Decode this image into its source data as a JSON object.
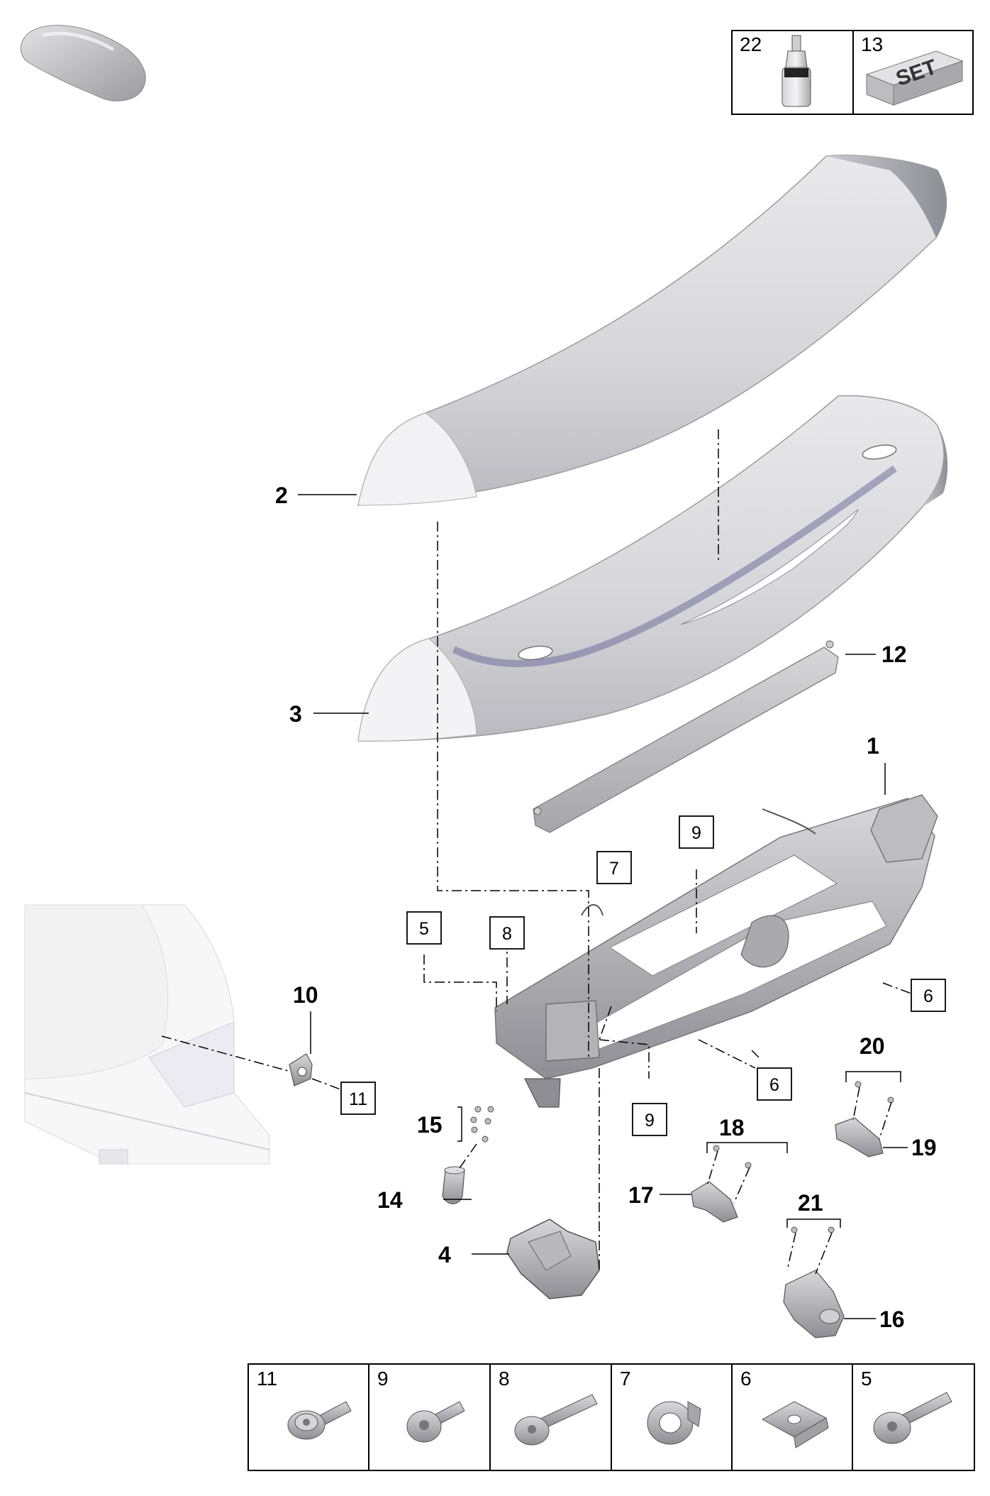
{
  "callouts": [
    {
      "id": "c2",
      "text": "2"
    },
    {
      "id": "c3",
      "text": "3"
    },
    {
      "id": "c12",
      "text": "12"
    },
    {
      "id": "c1",
      "text": "1"
    },
    {
      "id": "c10",
      "text": "10"
    },
    {
      "id": "c15",
      "text": "15"
    },
    {
      "id": "c14",
      "text": "14"
    },
    {
      "id": "c4",
      "text": "4"
    },
    {
      "id": "c18",
      "text": "18"
    },
    {
      "id": "c17",
      "text": "17"
    },
    {
      "id": "c20",
      "text": "20"
    },
    {
      "id": "c19",
      "text": "19"
    },
    {
      "id": "c21",
      "text": "21"
    },
    {
      "id": "c16",
      "text": "16"
    }
  ],
  "boxed_refs": [
    "9",
    "7",
    "5",
    "8",
    "6",
    "6",
    "9",
    "11"
  ],
  "top_legend": [
    {
      "number": "22",
      "icon": "threadlocker-bottle-icon"
    },
    {
      "number": "13",
      "icon": "set-box-icon",
      "set_text": "SET"
    }
  ],
  "bottom_legend": [
    {
      "number": "11",
      "icon": "flange-bolt-icon"
    },
    {
      "number": "9",
      "icon": "hex-bolt-icon"
    },
    {
      "number": "8",
      "icon": "long-bolt-icon"
    },
    {
      "number": "7",
      "icon": "clip-nut-icon"
    },
    {
      "number": "6",
      "icon": "spring-nut-icon"
    },
    {
      "number": "5",
      "icon": "shoulder-bolt-icon"
    }
  ]
}
